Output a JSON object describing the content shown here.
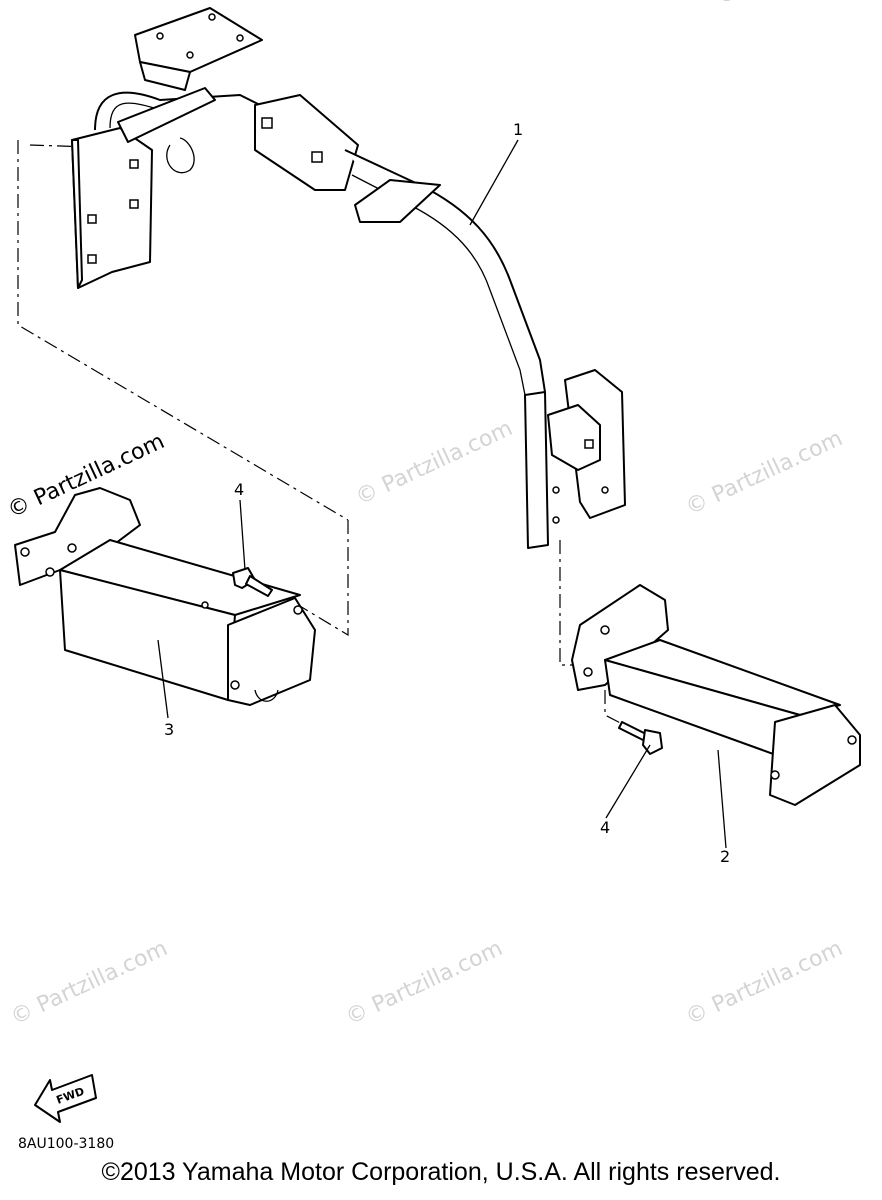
{
  "watermarks": [
    "© Partzilla.com",
    "© Partzilla.com",
    "© Partzilla.com",
    "© Partzilla.com",
    "© Partzilla.com",
    "© Partzilla.com"
  ],
  "watermark_main": "© Partzilla.com",
  "callouts": {
    "p1": "1",
    "p2": "2",
    "p3": "3",
    "p4a": "4",
    "p4b": "4"
  },
  "fwd_label": "FWD",
  "diagram_code": "8AU100-3180",
  "copyright": "©2013 Yamaha Motor Corporation, U.S.A. All rights reserved."
}
